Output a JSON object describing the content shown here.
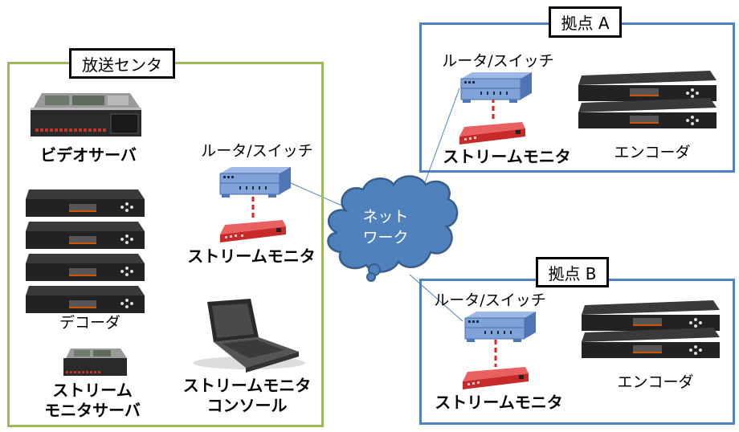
{
  "colors": {
    "broadcast_border": "#9BBB59",
    "site_border": "#4F81BD",
    "cloud_fill": "#4F81BD",
    "cloud_stroke": "#385D8A",
    "link_line": "#4F81BD",
    "monitor_link": "#E02020",
    "router_blue": "#7FA3D8",
    "monitor_red": "#D93A3A",
    "rack_black": "#2B2B2B"
  },
  "network": {
    "label_line1": "ネット",
    "label_line2": "ワーク",
    "icon": "cloud-icon"
  },
  "broadcast_center": {
    "title": "放送センタ",
    "video_server": {
      "label": "ビデオサーバ",
      "icon": "server-chassis-icon"
    },
    "decoders": {
      "label": "デコーダ",
      "count": 4,
      "icon": "rack-unit-icon"
    },
    "stream_monitor_server": {
      "label_line1": "ストリーム",
      "label_line2": "モニタサーバ",
      "icon": "server-chassis-icon"
    },
    "router": {
      "label": "ルータ/スイッチ",
      "icon": "router-icon"
    },
    "stream_monitor": {
      "label": "ストリームモニタ",
      "icon": "stream-monitor-icon"
    },
    "console": {
      "label_line1": "ストリームモニタ",
      "label_line2": "コンソール",
      "icon": "laptop-icon"
    }
  },
  "site_a": {
    "title": "拠点 A",
    "router": {
      "label": "ルータ/スイッチ"
    },
    "stream_monitor": {
      "label": "ストリームモニタ"
    },
    "encoders": {
      "label": "エンコーダ",
      "count": 2
    }
  },
  "site_b": {
    "title": "拠点 B",
    "router": {
      "label": "ルータ/スイッチ"
    },
    "stream_monitor": {
      "label": "ストリームモニタ"
    },
    "encoders": {
      "label": "エンコーダ",
      "count": 2
    }
  }
}
